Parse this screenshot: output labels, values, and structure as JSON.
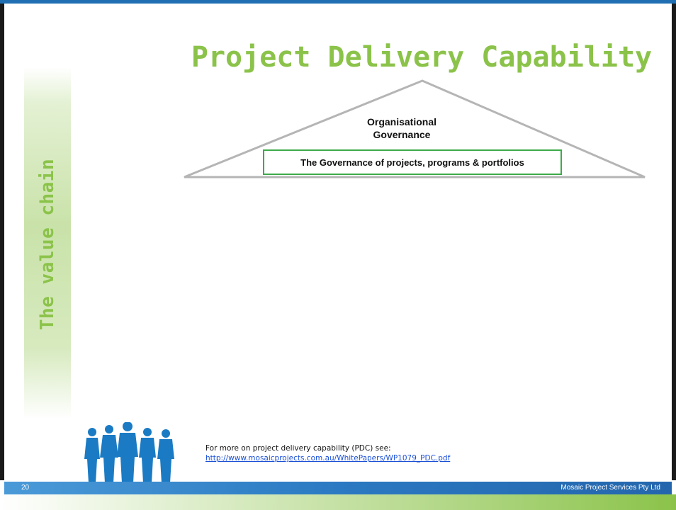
{
  "slide": {
    "title": "Project Delivery Capability",
    "side_label": "The value chain",
    "diagram": {
      "apex_label": "Organisational Governance",
      "box_label": "The Governance of projects, programs & portfolios"
    },
    "more_info": {
      "text": "For more on project delivery capability (PDC) see:",
      "link": "http://www.mosaicprojects.com.au/WhitePapers/WP1079_PDC.pdf"
    },
    "footer": {
      "page_number": "20",
      "company": "Mosaic Project Services Pty Ltd"
    }
  },
  "colors": {
    "accent_green": "#8bc34a",
    "box_border_green": "#3daa4a",
    "footer_blue": "#2b79c2",
    "link_blue": "#1a4fd6"
  },
  "icons": {
    "people": "people-silhouette-icon"
  }
}
